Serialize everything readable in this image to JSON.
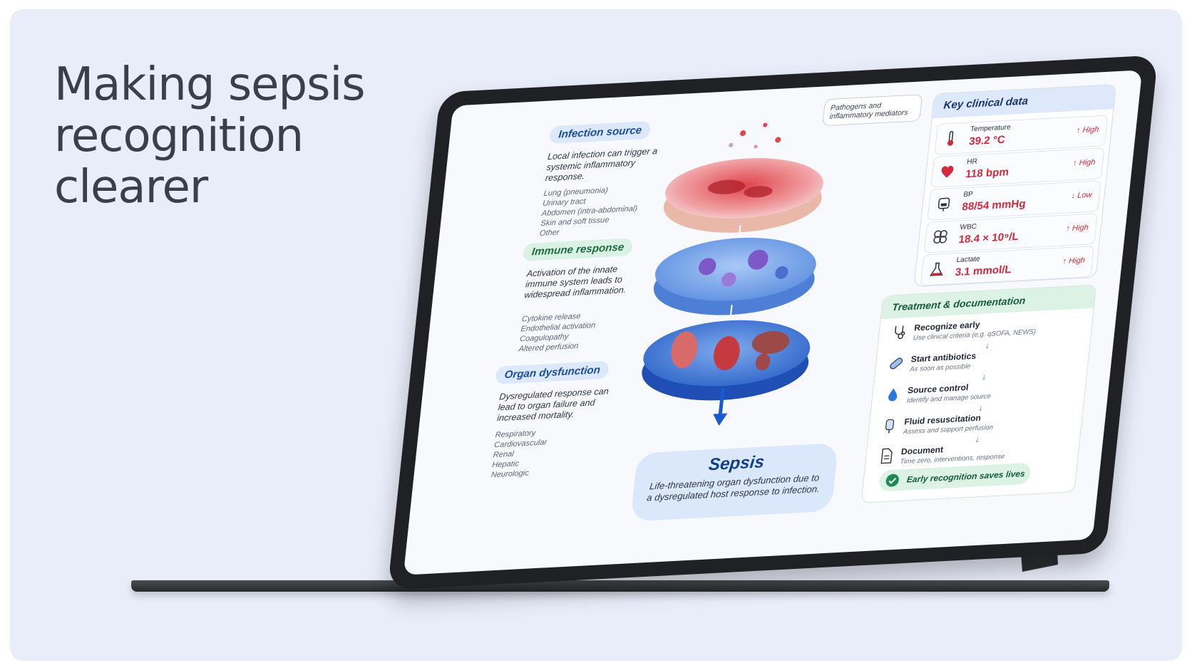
{
  "headline": [
    "Making sepsis",
    "recognition",
    "clearer"
  ],
  "infographic": {
    "stages": [
      {
        "label": "Infection source",
        "description": "Local infection can trigger a systemic inflammatory response.",
        "items": [
          "Lung (pneumonia)",
          "Urinary tract",
          "Abdomen (intra-abdominal)",
          "Skin and soft tissue",
          "Other"
        ]
      },
      {
        "label": "Immune response",
        "description": "Activation of the innate immune system leads to widespread inflammation.",
        "items": [
          "Cytokine release",
          "Endothelial activation",
          "Coagulopathy",
          "Altered perfusion"
        ]
      },
      {
        "label": "Organ dysfunction",
        "description": "Dysregulated response can lead to organ failure and increased mortality.",
        "items": [
          "Respiratory",
          "Cardiovascular",
          "Renal",
          "Hepatic",
          "Neurologic"
        ]
      }
    ],
    "callout": "Pathogens and inflammatory mediators",
    "sepsis": {
      "title": "Sepsis",
      "definition": "Life-threatening organ dysfunction due to a dysregulated host response to infection."
    },
    "key_clinical_data": {
      "title": "Key clinical data",
      "vitals": [
        {
          "label": "Temperature",
          "value": "39.2 °C",
          "flag": "↑ High",
          "icon": "thermometer-icon"
        },
        {
          "label": "HR",
          "value": "118 bpm",
          "flag": "↑ High",
          "icon": "heart-icon"
        },
        {
          "label": "BP",
          "value": "88/54 mmHg",
          "flag": "↓ Low",
          "icon": "blood-pressure-cuff-icon"
        },
        {
          "label": "WBC",
          "value": "18.4 × 10⁹/L",
          "flag": "↑ High",
          "icon": "cells-icon"
        },
        {
          "label": "Lactate",
          "value": "3.1 mmol/L",
          "flag": "↑ High",
          "icon": "flask-icon"
        }
      ]
    },
    "treatment": {
      "title": "Treatment & documentation",
      "steps": [
        {
          "name": "Recognize early",
          "desc": "Use clinical criteria (e.g. qSOFA, NEWS)",
          "icon": "stethoscope-icon"
        },
        {
          "name": "Start antibiotics",
          "desc": "As soon as possible",
          "icon": "pill-icon"
        },
        {
          "name": "Source control",
          "desc": "Identify and manage source",
          "icon": "droplet-icon"
        },
        {
          "name": "Fluid resuscitation",
          "desc": "Assess and support perfusion",
          "icon": "iv-bag-icon"
        },
        {
          "name": "Document",
          "desc": "Time zero, interventions, response",
          "icon": "document-icon"
        }
      ],
      "badge": "Early recognition saves lives"
    }
  },
  "colors": {
    "background": "#e9edf9",
    "headline": "#3a3f4b",
    "blue_pill": "#dce8fb",
    "green_pill": "#d9f2e4",
    "alert_red": "#d6283b",
    "device": "#1f2124"
  }
}
